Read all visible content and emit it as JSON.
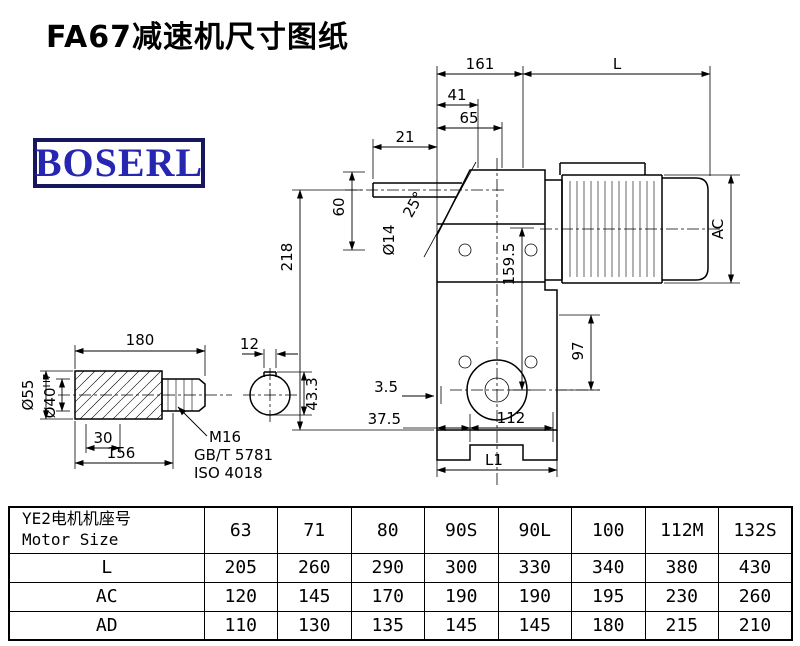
{
  "page": {
    "title": "FA67减速机尺寸图纸"
  },
  "logo": {
    "text": "BOSERL"
  },
  "drawing": {
    "main_dims": {
      "w161": "161",
      "L": "L",
      "w41": "41",
      "w65": "65",
      "w21": "21",
      "h60": "60",
      "dia14": "Ø14",
      "h218": "218",
      "ang25": "25°",
      "h159_5": "159.5",
      "AC": "AC",
      "h97": "97",
      "w3_5": "3.5",
      "w37_5": "37.5",
      "w112": "112",
      "L1": "L1"
    },
    "shaft_dims": {
      "len180": "180",
      "key12": "12",
      "dia55": "Ø55",
      "dia40": "Ø40",
      "dia40_tol": "H7",
      "len30": "30",
      "len156": "156",
      "h43_3": "43.3",
      "thread": "M16",
      "std1": "GB/T 5781",
      "std2": "ISO 4018"
    }
  },
  "table": {
    "row_header_cn": "YE2电机机座号",
    "row_header_en": "Motor Size",
    "motor_sizes": [
      "63",
      "71",
      "80",
      "90S",
      "90L",
      "100",
      "112M",
      "132S"
    ],
    "rows": [
      {
        "label": "L",
        "values": [
          "205",
          "260",
          "290",
          "300",
          "330",
          "340",
          "380",
          "430"
        ]
      },
      {
        "label": "AC",
        "values": [
          "120",
          "145",
          "170",
          "190",
          "190",
          "195",
          "230",
          "260"
        ]
      },
      {
        "label": "AD",
        "values": [
          "110",
          "130",
          "135",
          "145",
          "145",
          "180",
          "215",
          "210"
        ]
      }
    ]
  }
}
